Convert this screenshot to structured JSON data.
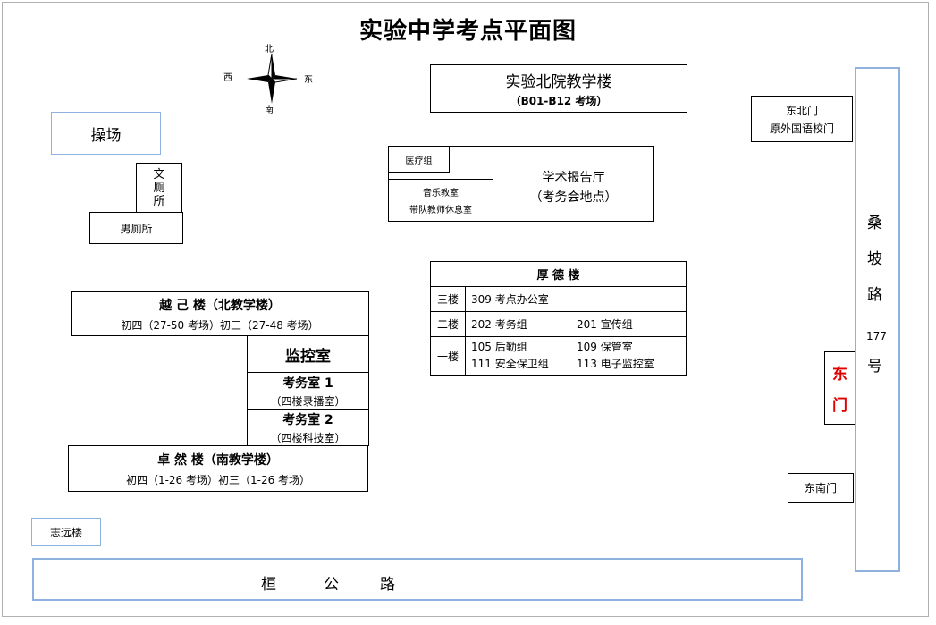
{
  "title": "实验中学考点平面图",
  "compass": {
    "north": "北",
    "south": "南",
    "east": "东",
    "west": "西"
  },
  "buildings": {
    "north_teaching": {
      "name": "实验北院教学楼",
      "sub": "（B01-B12 考场）"
    },
    "playground": "操场",
    "women_restroom": [
      "文",
      "厕",
      "所"
    ],
    "men_restroom": "男厕所",
    "medical": "医疗组",
    "music_room": {
      "line1": "音乐教室",
      "line2": "带队教师休息室"
    },
    "lecture_hall": {
      "line1": "学术报告厅",
      "line2": "（考务会地点）"
    },
    "houde": {
      "name": "厚 德 楼",
      "floors": [
        {
          "floor": "三楼",
          "rooms": [
            "309 考点办公室"
          ]
        },
        {
          "floor": "二楼",
          "rooms": [
            "202 考务组",
            "201 宣传组"
          ]
        },
        {
          "floor": "一楼",
          "rooms": [
            "105 后勤组",
            "109 保管室",
            "111 安全保卫组",
            "113 电子监控室"
          ]
        }
      ]
    },
    "yueji": {
      "name": "越 己 楼（北教学楼）",
      "sub": "初四（27-50 考场）初三（27-48 考场）"
    },
    "monitor": "监控室",
    "exam_office1": {
      "name": "考务室 1",
      "sub": "（四楼录播室）"
    },
    "exam_office2": {
      "name": "考务室 2",
      "sub": "（四楼科技室）"
    },
    "zhuoran": {
      "name": "卓 然 楼（南教学楼）",
      "sub": "初四（1-26 考场）初三（1-26 考场）"
    },
    "zhiyuan": "志远楼"
  },
  "gates": {
    "northeast": {
      "line1": "东北门",
      "line2": "原外国语校门"
    },
    "east": [
      "东",
      "门"
    ],
    "southeast": "东南门"
  },
  "roads": {
    "sangpo": [
      "桑",
      "坡",
      "路",
      "177",
      "号"
    ],
    "henggong": [
      "桓",
      "公",
      "路"
    ]
  },
  "colors": {
    "road_border": "#8fb1dd",
    "east_gate_text": "#e00000"
  }
}
